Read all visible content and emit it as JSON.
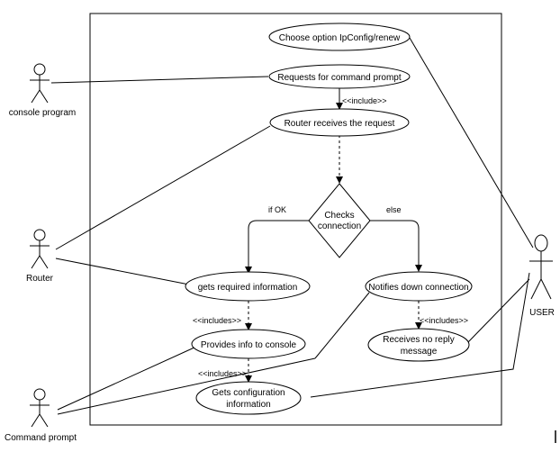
{
  "use_cases": {
    "choose_option": "Choose option IpConfig/renew",
    "requests_cmd": "Requests for command prompt",
    "router_receives": "Router receives the request",
    "gets_info": "gets required information",
    "notifies_down": "Notifies down connection",
    "provides_info": "Provides info to console",
    "no_reply_1": "Receives no reply",
    "no_reply_2": "message",
    "gets_config_1": "Gets configuration",
    "gets_config_2": "information"
  },
  "decision": {
    "line1": "Checks",
    "line2": "connection"
  },
  "edge_labels": {
    "include": "<<include>>",
    "if_ok": "if OK",
    "else": "else",
    "includes_a": "<<includes>>",
    "includes_b": "<<includes>>",
    "includes_c": "<<includes>>"
  },
  "actors": {
    "console": "console program",
    "router": "Router",
    "user": "USER",
    "cmd": "Command prompt"
  }
}
